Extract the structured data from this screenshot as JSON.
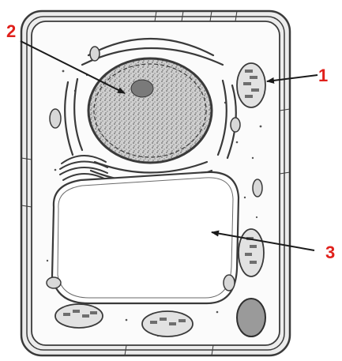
{
  "diagram": {
    "labels": [
      {
        "text": "1",
        "color": "#e0201b"
      },
      {
        "text": "2",
        "color": "#e0201b"
      },
      {
        "text": "3",
        "color": "#e0201b"
      }
    ],
    "colors": {
      "outline": "#3a3a3a",
      "wall_fill": "#ececec",
      "cytoplasm": "#fbfbfb",
      "nucleus_fill": "#cfcfcf",
      "arrow": "#1a1a1a"
    }
  }
}
